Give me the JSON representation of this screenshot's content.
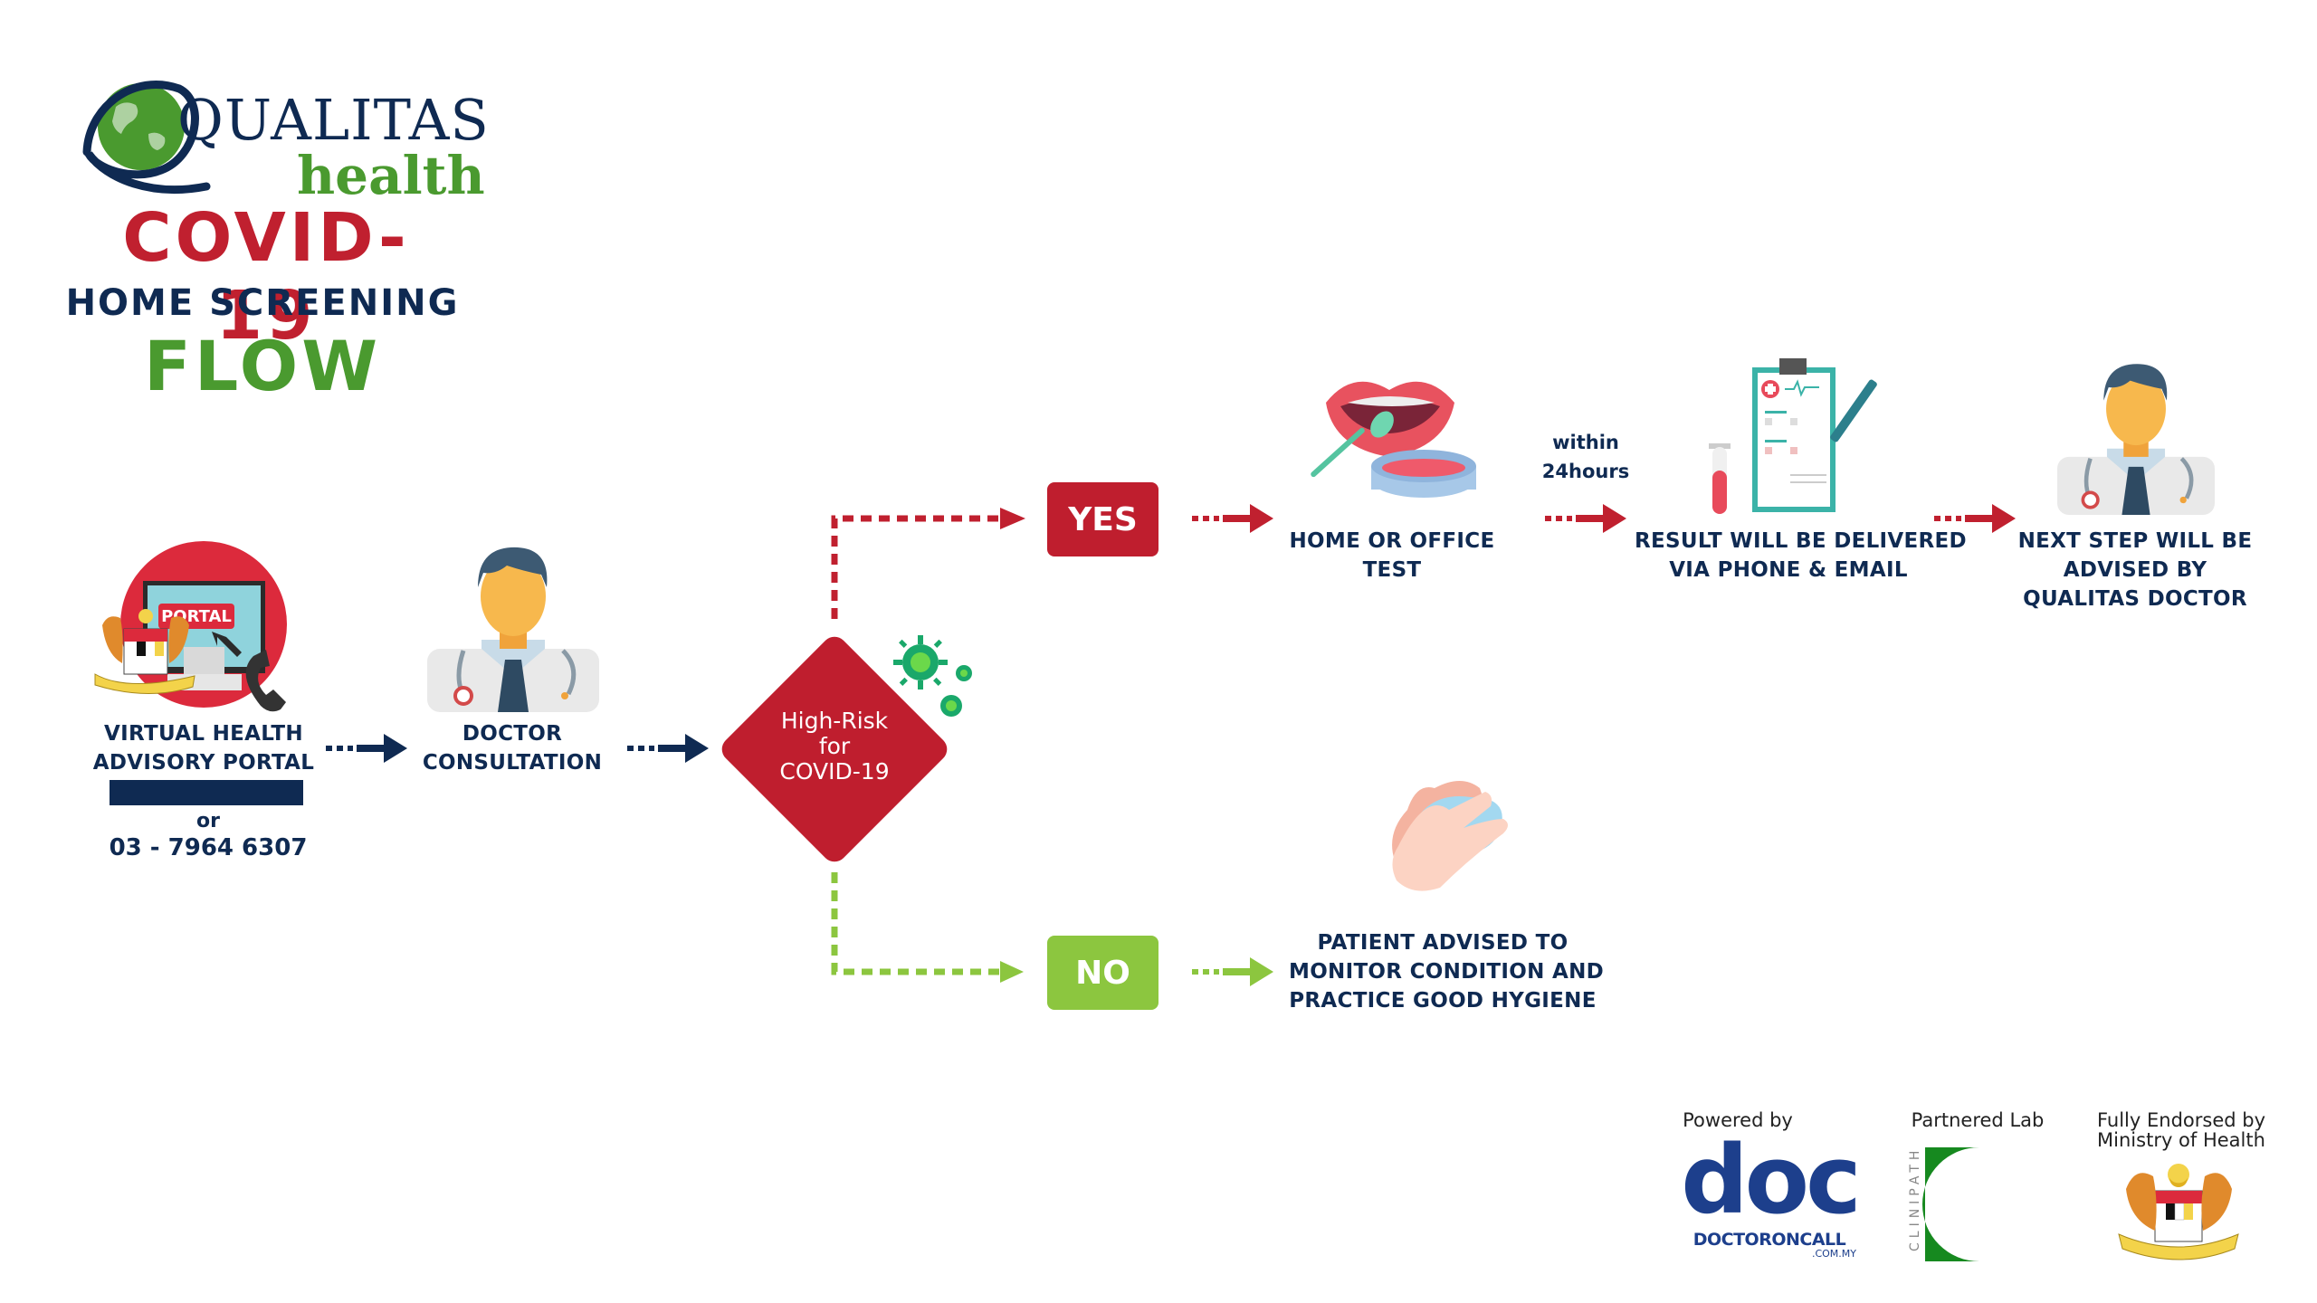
{
  "header": {
    "brand_main": "QUALITAS",
    "brand_sub": "health",
    "title_line1": "COVID-19",
    "title_line2": "HOME SCREENING",
    "title_line3": "FLOW"
  },
  "colors": {
    "red": "#c0202f",
    "navy": "#0f2a52",
    "green": "#8cc63f",
    "dark_green": "#4a9a2f"
  },
  "steps": {
    "portal": {
      "icon": "portal-computer-phone-icon",
      "screen_label": "PORTAL",
      "label_line1": "VIRTUAL HEALTH",
      "label_line2": "ADVISORY PORTAL",
      "or_text": "or",
      "phone": "03 - 7964 6307"
    },
    "consultation": {
      "icon": "doctor-icon",
      "label_line1": "DOCTOR",
      "label_line2": "CONSULTATION"
    },
    "decision": {
      "line1": "High-Risk",
      "line2": "for",
      "line3": "COVID-19",
      "icon": "virus-icon"
    },
    "yes_label": "YES",
    "no_label": "NO",
    "test": {
      "icon": "mouth-swab-icon",
      "label_line1": "HOME OR OFFICE",
      "label_line2": "TEST"
    },
    "timing": {
      "line1": "within",
      "line2": "24hours"
    },
    "result": {
      "icon": "clipboard-test-tube-icon",
      "label_line1": "RESULT WILL BE DELIVERED",
      "label_line2": "VIA PHONE & EMAIL"
    },
    "next_step": {
      "icon": "doctor-icon",
      "label_line1": "NEXT STEP WILL BE",
      "label_line2": "ADVISED BY",
      "label_line3": "QUALITAS DOCTOR"
    },
    "hygiene": {
      "icon": "hand-washing-icon",
      "label_line1": "PATIENT ADVISED TO",
      "label_line2": "MONITOR CONDITION AND",
      "label_line3": "PRACTICE GOOD HYGIENE"
    }
  },
  "footer": {
    "powered_by": "Powered by",
    "doc_logo_text": "doc",
    "doc_logo_name": "DOCTORONCALL",
    "doc_logo_domain": ".COM.MY",
    "partnered_lab": "Partnered Lab",
    "lab_name": "CLINIPATH",
    "endorsed_line1": "Fully Endorsed by",
    "endorsed_line2": "Ministry of Health"
  }
}
